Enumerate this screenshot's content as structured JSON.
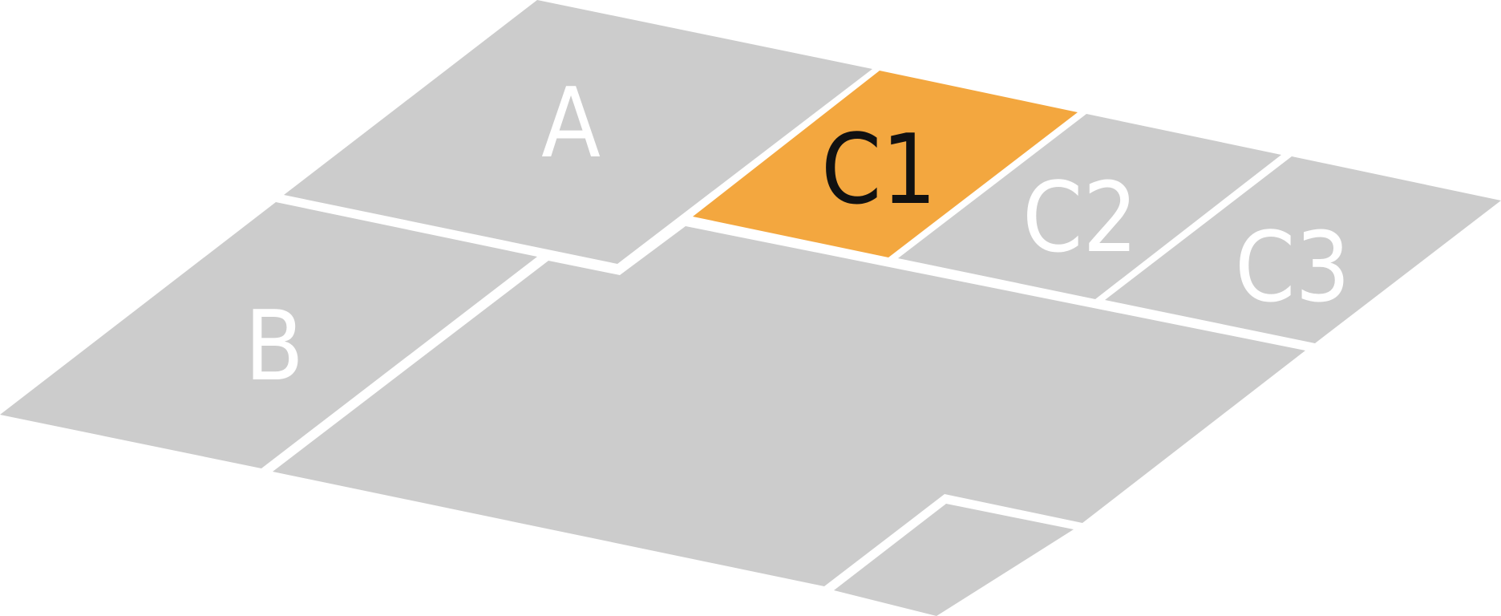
{
  "map": {
    "zones": [
      {
        "id": "a",
        "label": "A",
        "color": "#cccccc",
        "highlighted": false
      },
      {
        "id": "b",
        "label": "B",
        "color": "#cccccc",
        "highlighted": false
      },
      {
        "id": "c1",
        "label": "C1",
        "color": "#f3a73f",
        "highlighted": true
      },
      {
        "id": "c2",
        "label": "C2",
        "color": "#cccccc",
        "highlighted": false
      },
      {
        "id": "c3",
        "label": "C3",
        "color": "#cccccc",
        "highlighted": false
      },
      {
        "id": "d",
        "label": "",
        "color": "#cccccc",
        "highlighted": false
      },
      {
        "id": "e",
        "label": "",
        "color": "#cccccc",
        "highlighted": false
      }
    ],
    "colors": {
      "zone_default": "#cccccc",
      "zone_highlight": "#f3a73f",
      "label_default": "#ffffff",
      "label_highlight": "#111111",
      "background": "#ffffff"
    }
  }
}
